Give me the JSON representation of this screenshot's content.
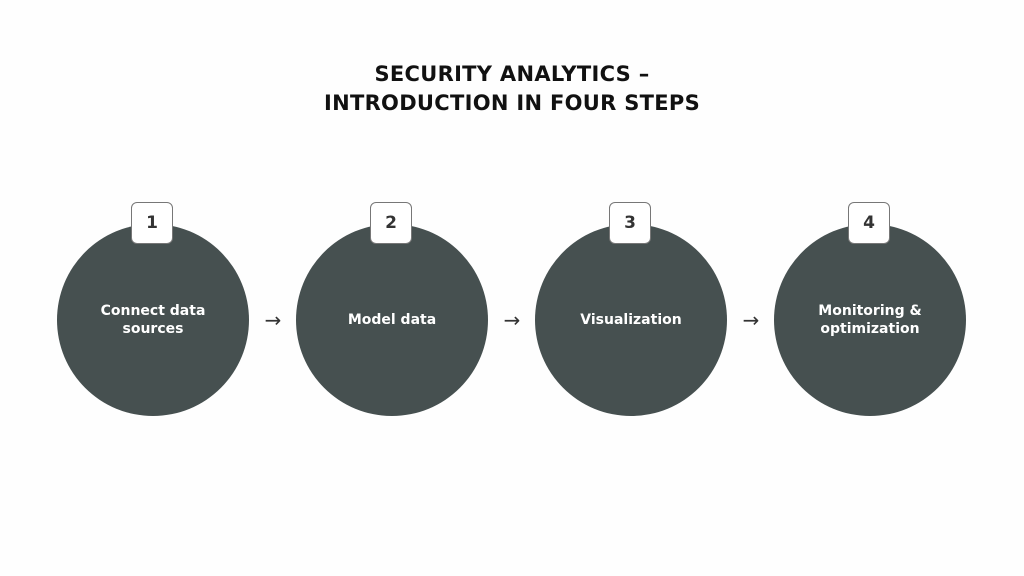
{
  "title": {
    "line1": "SECURITY ANALYTICS –",
    "line2": "INTRODUCTION IN FOUR STEPS"
  },
  "steps": [
    {
      "number": "1",
      "label": "Connect data sources"
    },
    {
      "number": "2",
      "label": "Model data"
    },
    {
      "number": "3",
      "label": "Visualization"
    },
    {
      "number": "4",
      "label": "Monitoring & optimization"
    }
  ],
  "arrow_glyph": "→",
  "colors": {
    "circle": "#465050",
    "badge_border": "#777777"
  }
}
